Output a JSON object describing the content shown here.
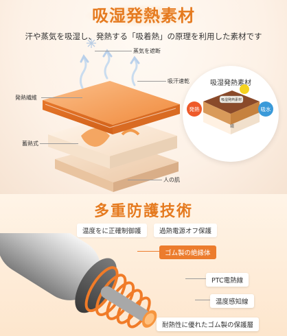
{
  "header": {
    "title": "吸湿発熱素材",
    "subtitle": "汗や蒸気を吸湿し、発熱する「吸着熱」の原理を利用した素材です"
  },
  "diagram": {
    "labels": {
      "steam_release": "蒸気を遮断",
      "absorb": "吸汗速乾",
      "heat_fiber": "発熱繊維",
      "heat_storage": "蓄熱式",
      "skin": "人の肌"
    }
  },
  "circle": {
    "title": "吸湿発熱素材",
    "core_label": "吸湿発熱素材",
    "heat": "発熱",
    "absorb": "吸水",
    "fiber": "繊"
  },
  "protection": {
    "title": "多重防護技術",
    "features": [
      "温度をに正確制御護",
      "過熱電源オフ保護"
    ],
    "parts": [
      "ゴム製の絶縁体",
      "PTC電熱線",
      "温度感知線",
      "耐熱性に優れたゴム製の保護層"
    ]
  },
  "colors": {
    "accent": "#e57a1f",
    "orange_tag": "#ec7c2d"
  }
}
